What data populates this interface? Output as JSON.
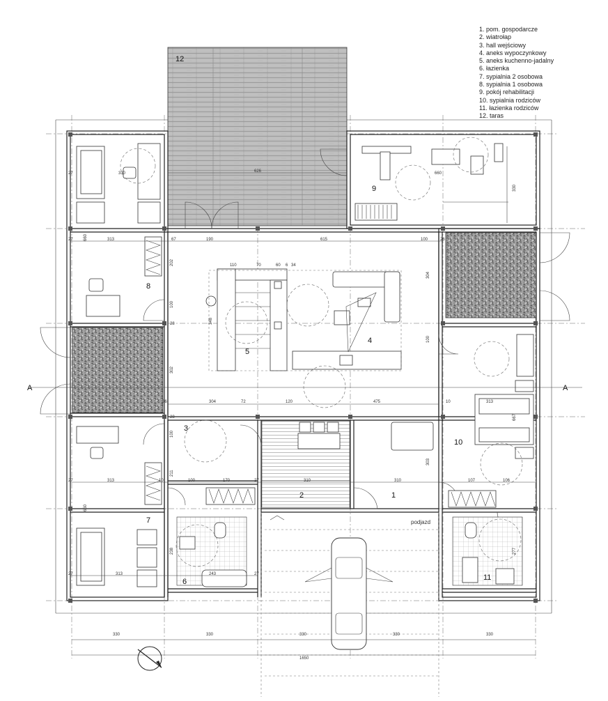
{
  "legend": {
    "items": [
      "1. pom. gospodarcze",
      "2. wiatrołap",
      "3. hall wejściowy",
      "4. aneks wypoczynkowy",
      "5. aneks kuchenno-jadalny",
      "6. łazienka",
      "7. sypialnia 2 osobowa",
      "8. sypialnia 1 osobowa",
      "9. pokój rehabilitacji",
      "10. sypialnia rodziców",
      "11. łazienka rodziców",
      "12. taras"
    ]
  },
  "rooms": {
    "r1": "1",
    "r2": "2",
    "r3": "3",
    "r4": "4",
    "r5": "5",
    "r6": "6",
    "r7": "7",
    "r8": "8",
    "r9": "9",
    "r10": "10",
    "r11": "11",
    "r12": "12"
  },
  "labels": {
    "section_left": "A",
    "section_right": "A",
    "driveway": "podjazd"
  },
  "dimensions": {
    "d626": "626",
    "d330a": "330",
    "d660a": "660",
    "d330b": "330",
    "d313a": "313",
    "d67": "67",
    "d190": "190",
    "d615": "615",
    "d100a": "100",
    "d110": "110",
    "d70": "70",
    "d60a": "60",
    "d6": "6",
    "d34": "34",
    "d202": "202",
    "d100b": "100",
    "d348": "348",
    "d304a": "304",
    "d100c": "100",
    "d302": "302",
    "d304b": "304",
    "d72": "72",
    "d120": "120",
    "d475": "475",
    "d313b": "313",
    "d100d": "100",
    "d303": "303",
    "d211": "211",
    "d313c": "313",
    "d100e": "100",
    "d170": "170",
    "d310a": "310",
    "d310b": "310",
    "d107": "107",
    "d106": "106",
    "d238": "238",
    "d243": "243",
    "d313d": "313",
    "d277": "277",
    "d660b": "660",
    "d660c": "660",
    "d667": "667",
    "b330a": "330",
    "b330b": "330",
    "b330c": "330",
    "b330d": "330",
    "b330e": "330",
    "b1650": "1650",
    "w27a": "27",
    "w27b": "27",
    "w27c": "27",
    "w27d": "27",
    "w27e": "27",
    "w27f": "27",
    "w10a": "10",
    "w10b": "10",
    "w26": "26",
    "w36": "36",
    "w28a": "28",
    "w28b": "28"
  },
  "colors": {
    "wall": "#222222",
    "terrace_fill": "#b9b9b9",
    "garden_fill": "#9a9a9a",
    "axis": "#666666"
  }
}
